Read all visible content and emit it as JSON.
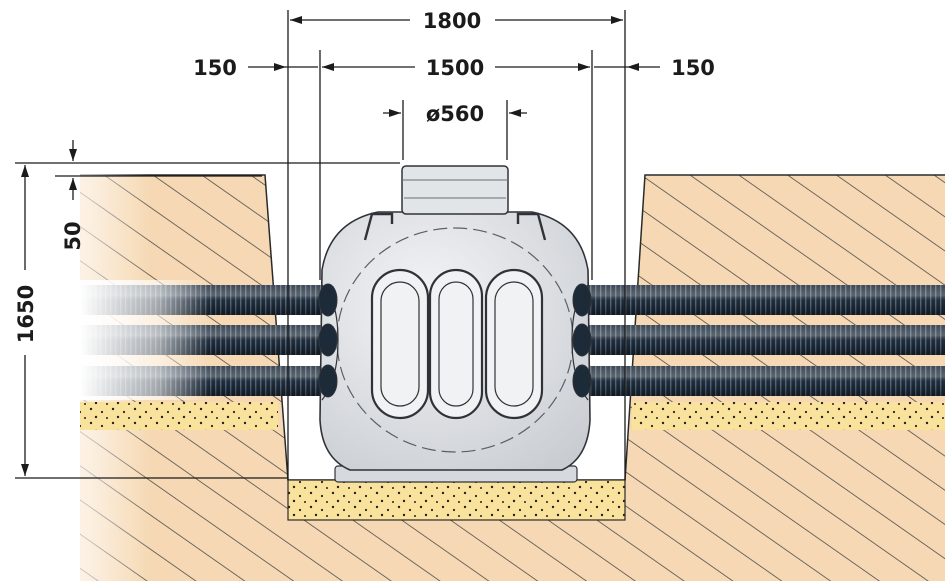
{
  "dimensions": {
    "overall_width": "1800",
    "inner_width": "1500",
    "left_clearance": "150",
    "right_clearance": "150",
    "neck_diameter": "ø560",
    "neck_height": "50",
    "total_height": "1650"
  },
  "colors": {
    "soil": "#f6d9b4",
    "hatch": "#3a3a3a",
    "sand": "#f9e29c",
    "sand_dots": "#222222",
    "chamber_body": "#e9ebee",
    "chamber_outline": "#2f3338",
    "pipe": "#1d2a38",
    "dimension_line": "#1b1b1b"
  },
  "pipes": {
    "left_rows": 3,
    "right_rows": 3
  }
}
